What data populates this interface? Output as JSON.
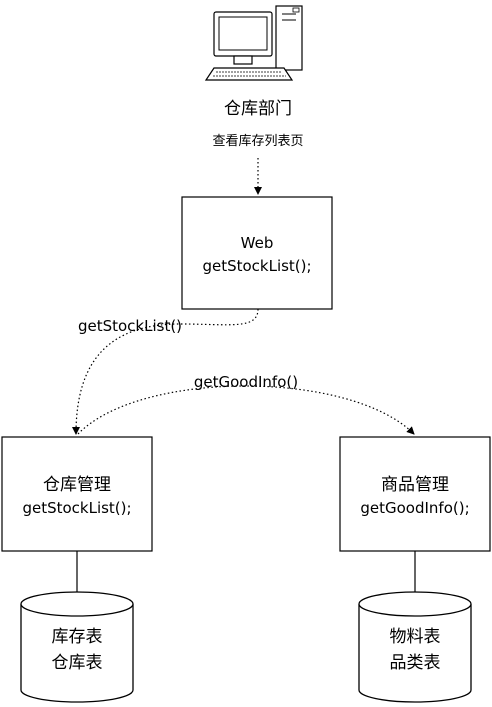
{
  "client": {
    "title": "仓库部门",
    "action": "查看库存列表页"
  },
  "web": {
    "name": "Web",
    "call": "getStockList();"
  },
  "warehouse": {
    "name": "仓库管理",
    "call": "getStockList();"
  },
  "goods": {
    "name": "商品管理",
    "call": "getGoodInfo();"
  },
  "stock_db": {
    "line1": "库存表",
    "line2": "仓库表"
  },
  "goods_db": {
    "line1": "物料表",
    "line2": "品类表"
  },
  "edges": {
    "web_to_warehouse": "getStockList()",
    "warehouse_to_goods": "getGoodInfo()"
  }
}
